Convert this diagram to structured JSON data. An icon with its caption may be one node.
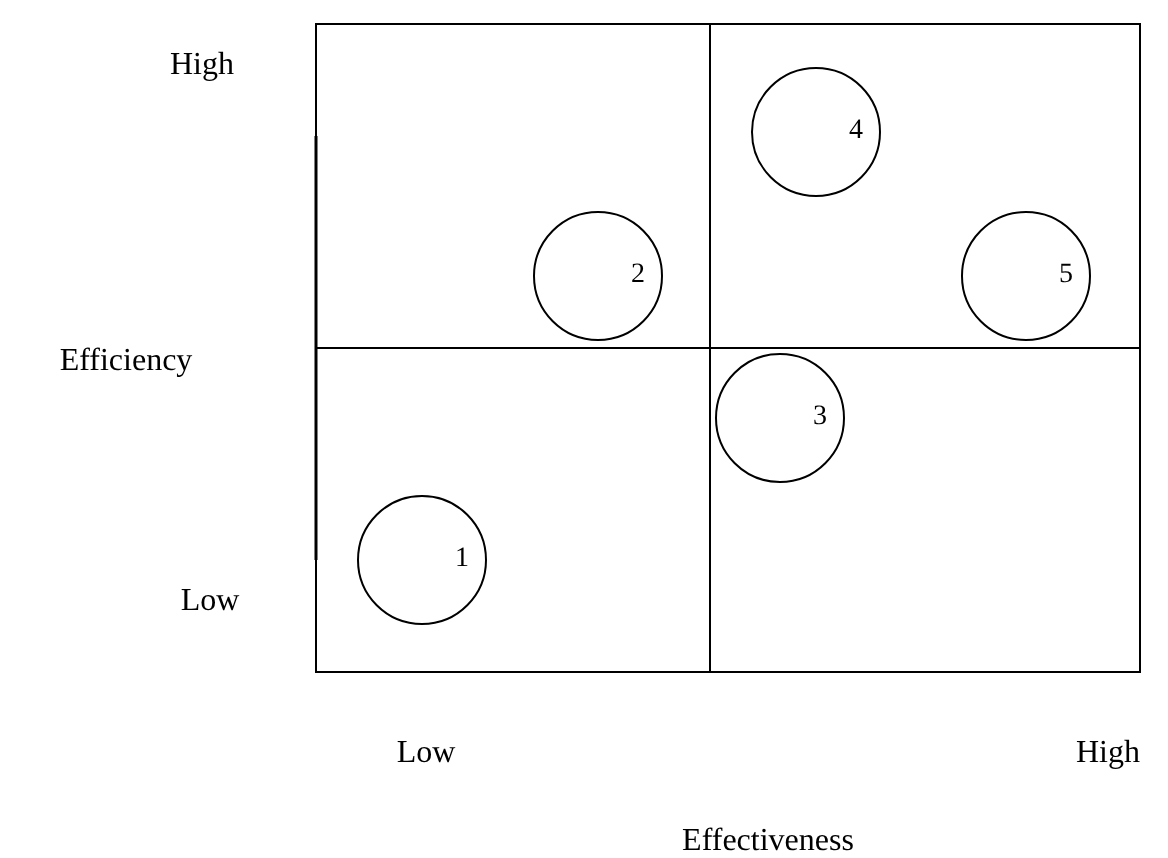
{
  "diagram": {
    "nodes": [
      {
        "text": [
          "1"
        ]
      },
      {
        "text": [
          "2"
        ]
      },
      {
        "text": [
          "3"
        ]
      },
      {
        "text": [
          "4"
        ]
      },
      {
        "text": [
          "5"
        ]
      }
    ],
    "edges": [],
    "labels": [
      "High",
      "Efficiency",
      "Low",
      "Low",
      "High",
      "Effectiveness"
    ]
  }
}
